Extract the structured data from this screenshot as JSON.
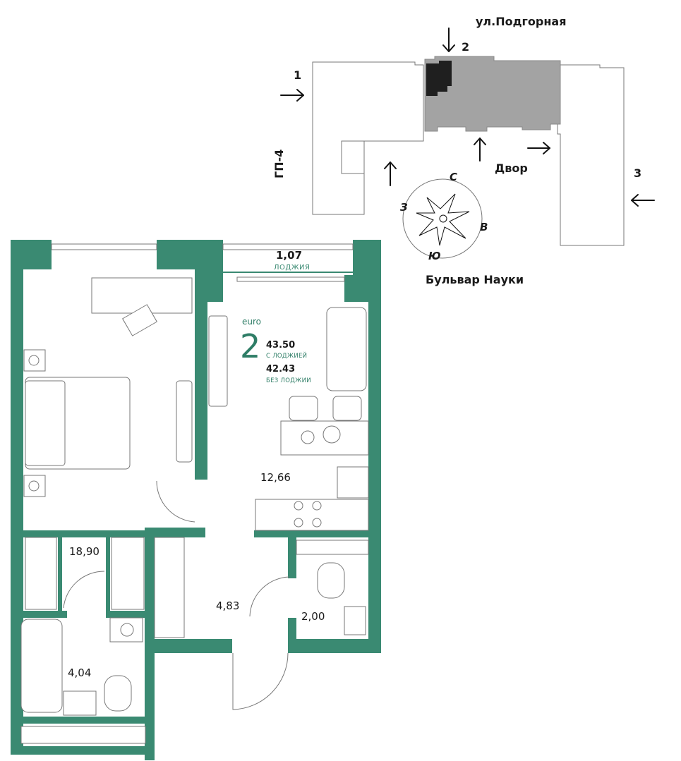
{
  "colors": {
    "wall": "#3a8a72",
    "building": "#a3a3a3",
    "section": "#1f1f1f",
    "outline": "#777777"
  },
  "site": {
    "street_top": "ул.Подгорная",
    "street_bottom": "Бульвар Науки",
    "courtyard": "Двор",
    "neighbor_block": "ГП-4",
    "entrance_1": "1",
    "entrance_2": "2",
    "entrance_3": "3",
    "compass": {
      "north": "С",
      "south": "Ю",
      "east": "В",
      "west": "З"
    }
  },
  "apartment": {
    "type_label": "euro",
    "rooms": "2",
    "area_with_loggia": "43.50",
    "with_loggia_label": "С ЛОДЖИЕЙ",
    "area_without_loggia": "42.43",
    "without_loggia_label": "БЕЗ ЛОДЖИИ"
  },
  "rooms": {
    "loggia_area": "1,07",
    "loggia_label": "ЛОДЖИЯ",
    "bedroom": "18,90",
    "kitchen_living": "12,66",
    "hall": "4,83",
    "wc": "2,00",
    "bathroom": "4,04"
  }
}
